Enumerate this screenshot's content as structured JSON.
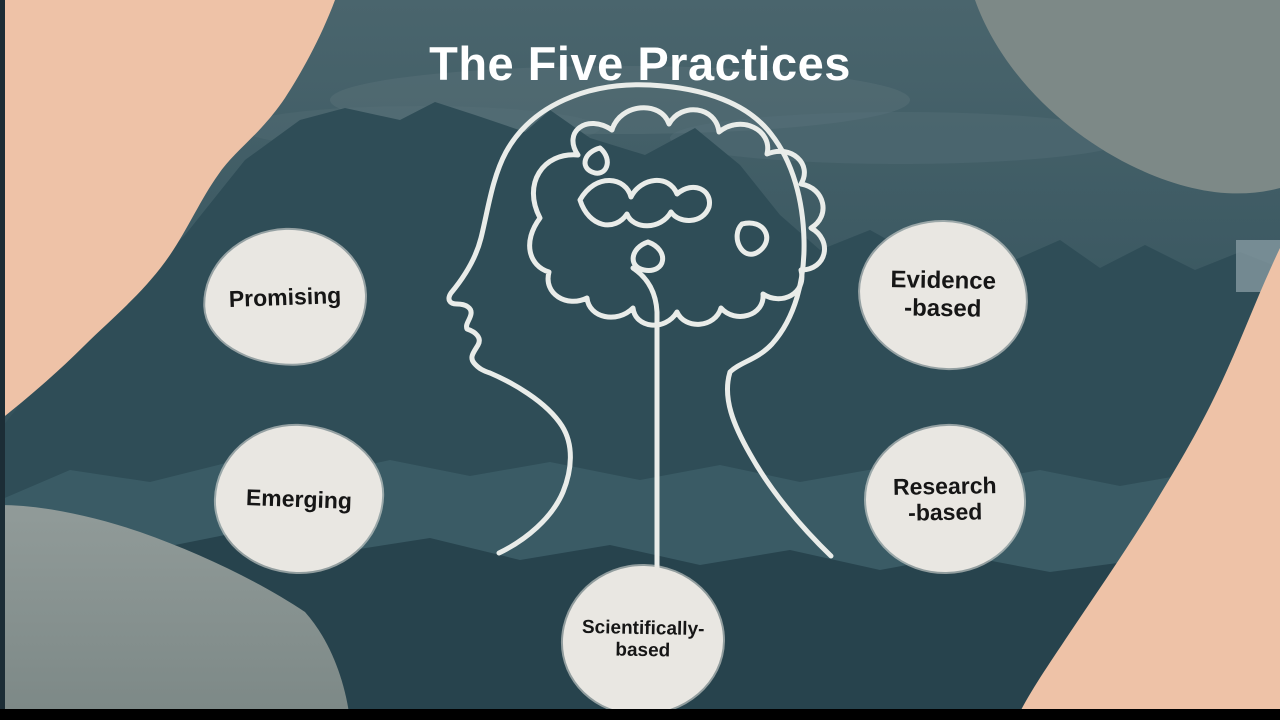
{
  "slide": {
    "title": "The Five Practices"
  },
  "practices": [
    {
      "id": "promising",
      "lines": [
        "Promising"
      ]
    },
    {
      "id": "evidence-based",
      "lines": [
        "Evidence",
        "-based"
      ]
    },
    {
      "id": "emerging",
      "lines": [
        "Emerging"
      ]
    },
    {
      "id": "research-based",
      "lines": [
        "Research",
        "-based"
      ]
    },
    {
      "id": "scientifically-based",
      "lines": [
        "Scientifically-",
        "based"
      ]
    }
  ],
  "illustration": {
    "name": "head-profile-with-tangled-brain-scribble-and-thread"
  },
  "colors": {
    "teal_top": "#4a656d",
    "teal_mid": "#3d5a63",
    "teal_dark_mountain": "#2f4d57",
    "teal_darker_band": "#27434d",
    "peach_corner": "#eec2a7",
    "gray_blob_top_right": "#7d8987",
    "gray_slope_bottom_left": "#8b9593",
    "blob_fill": "#e9e7e2",
    "line_art": "#e9ece9",
    "title_text": "#ffffff",
    "label_text": "#161616",
    "letterbox": "#000000"
  }
}
